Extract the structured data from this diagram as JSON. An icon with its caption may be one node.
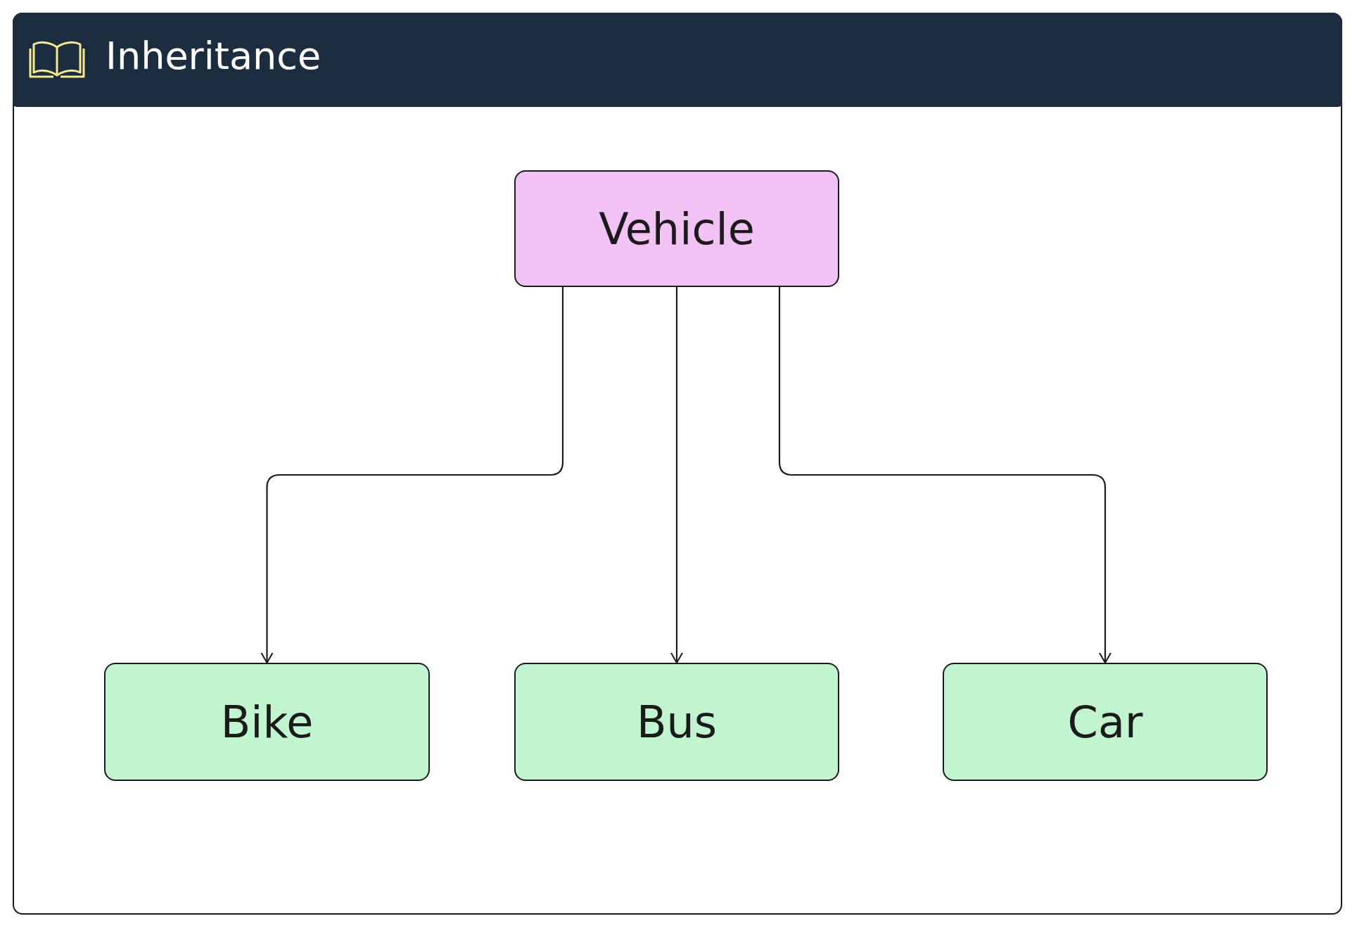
{
  "diagram": {
    "title": "Inheritance",
    "nodes": [
      {
        "text": [
          "Vehicle"
        ]
      },
      {
        "text": [
          "Bike"
        ]
      },
      {
        "text": [
          "Bus"
        ]
      },
      {
        "text": [
          "Car"
        ]
      }
    ],
    "edges": [
      {
        "from": 0,
        "to": 1,
        "arrow": "to"
      },
      {
        "from": 0,
        "to": 2,
        "arrow": "to"
      },
      {
        "from": 0,
        "to": 3,
        "arrow": "to"
      }
    ]
  }
}
